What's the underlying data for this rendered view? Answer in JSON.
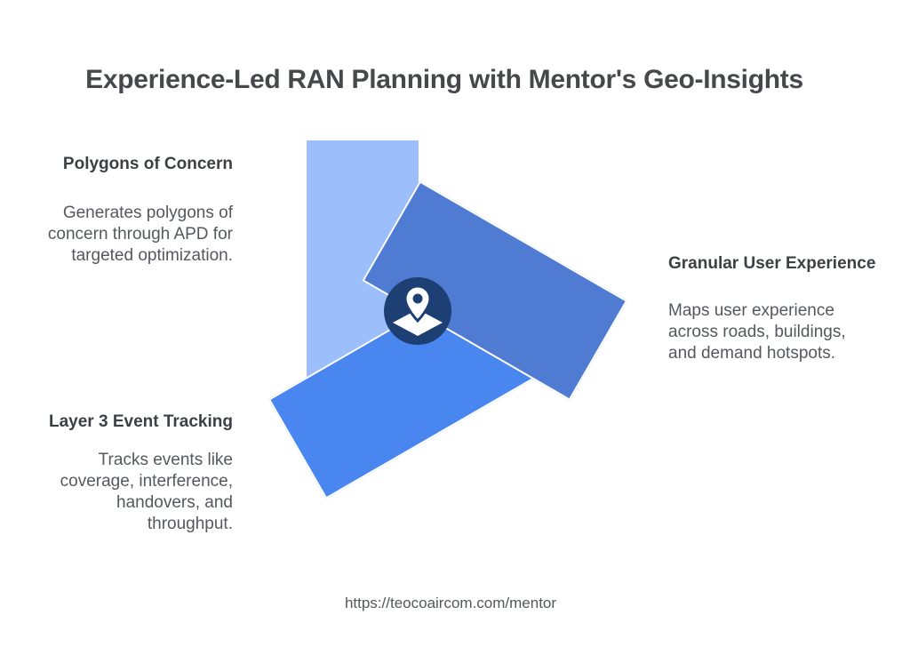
{
  "title": "Experience-Led RAN Planning with Mentor's Geo-Insights",
  "features": [
    {
      "heading": "Polygons of Concern",
      "body": "Generates polygons of\nconcern through APD for\ntargeted optimization."
    },
    {
      "heading": "Granular User Experience",
      "body": "Maps user experience\nacross roads, buildings,\nand demand hotspots."
    },
    {
      "heading": "Layer 3 Event Tracking",
      "body": "Tracks events like\ncoverage, interference,\nhandovers, and\nthroughput."
    }
  ],
  "footer": {
    "url": "https://teocoaircom.com/mentor"
  },
  "icon": {
    "name": "map-location-pin-icon"
  },
  "colors": {
    "rect-light": "#9cbefb",
    "rect-medium": "#4f7bd2",
    "rect-bright": "#4a86ef",
    "icon-bg": "#1d3f73",
    "icon-glyph": "#ffffff"
  }
}
